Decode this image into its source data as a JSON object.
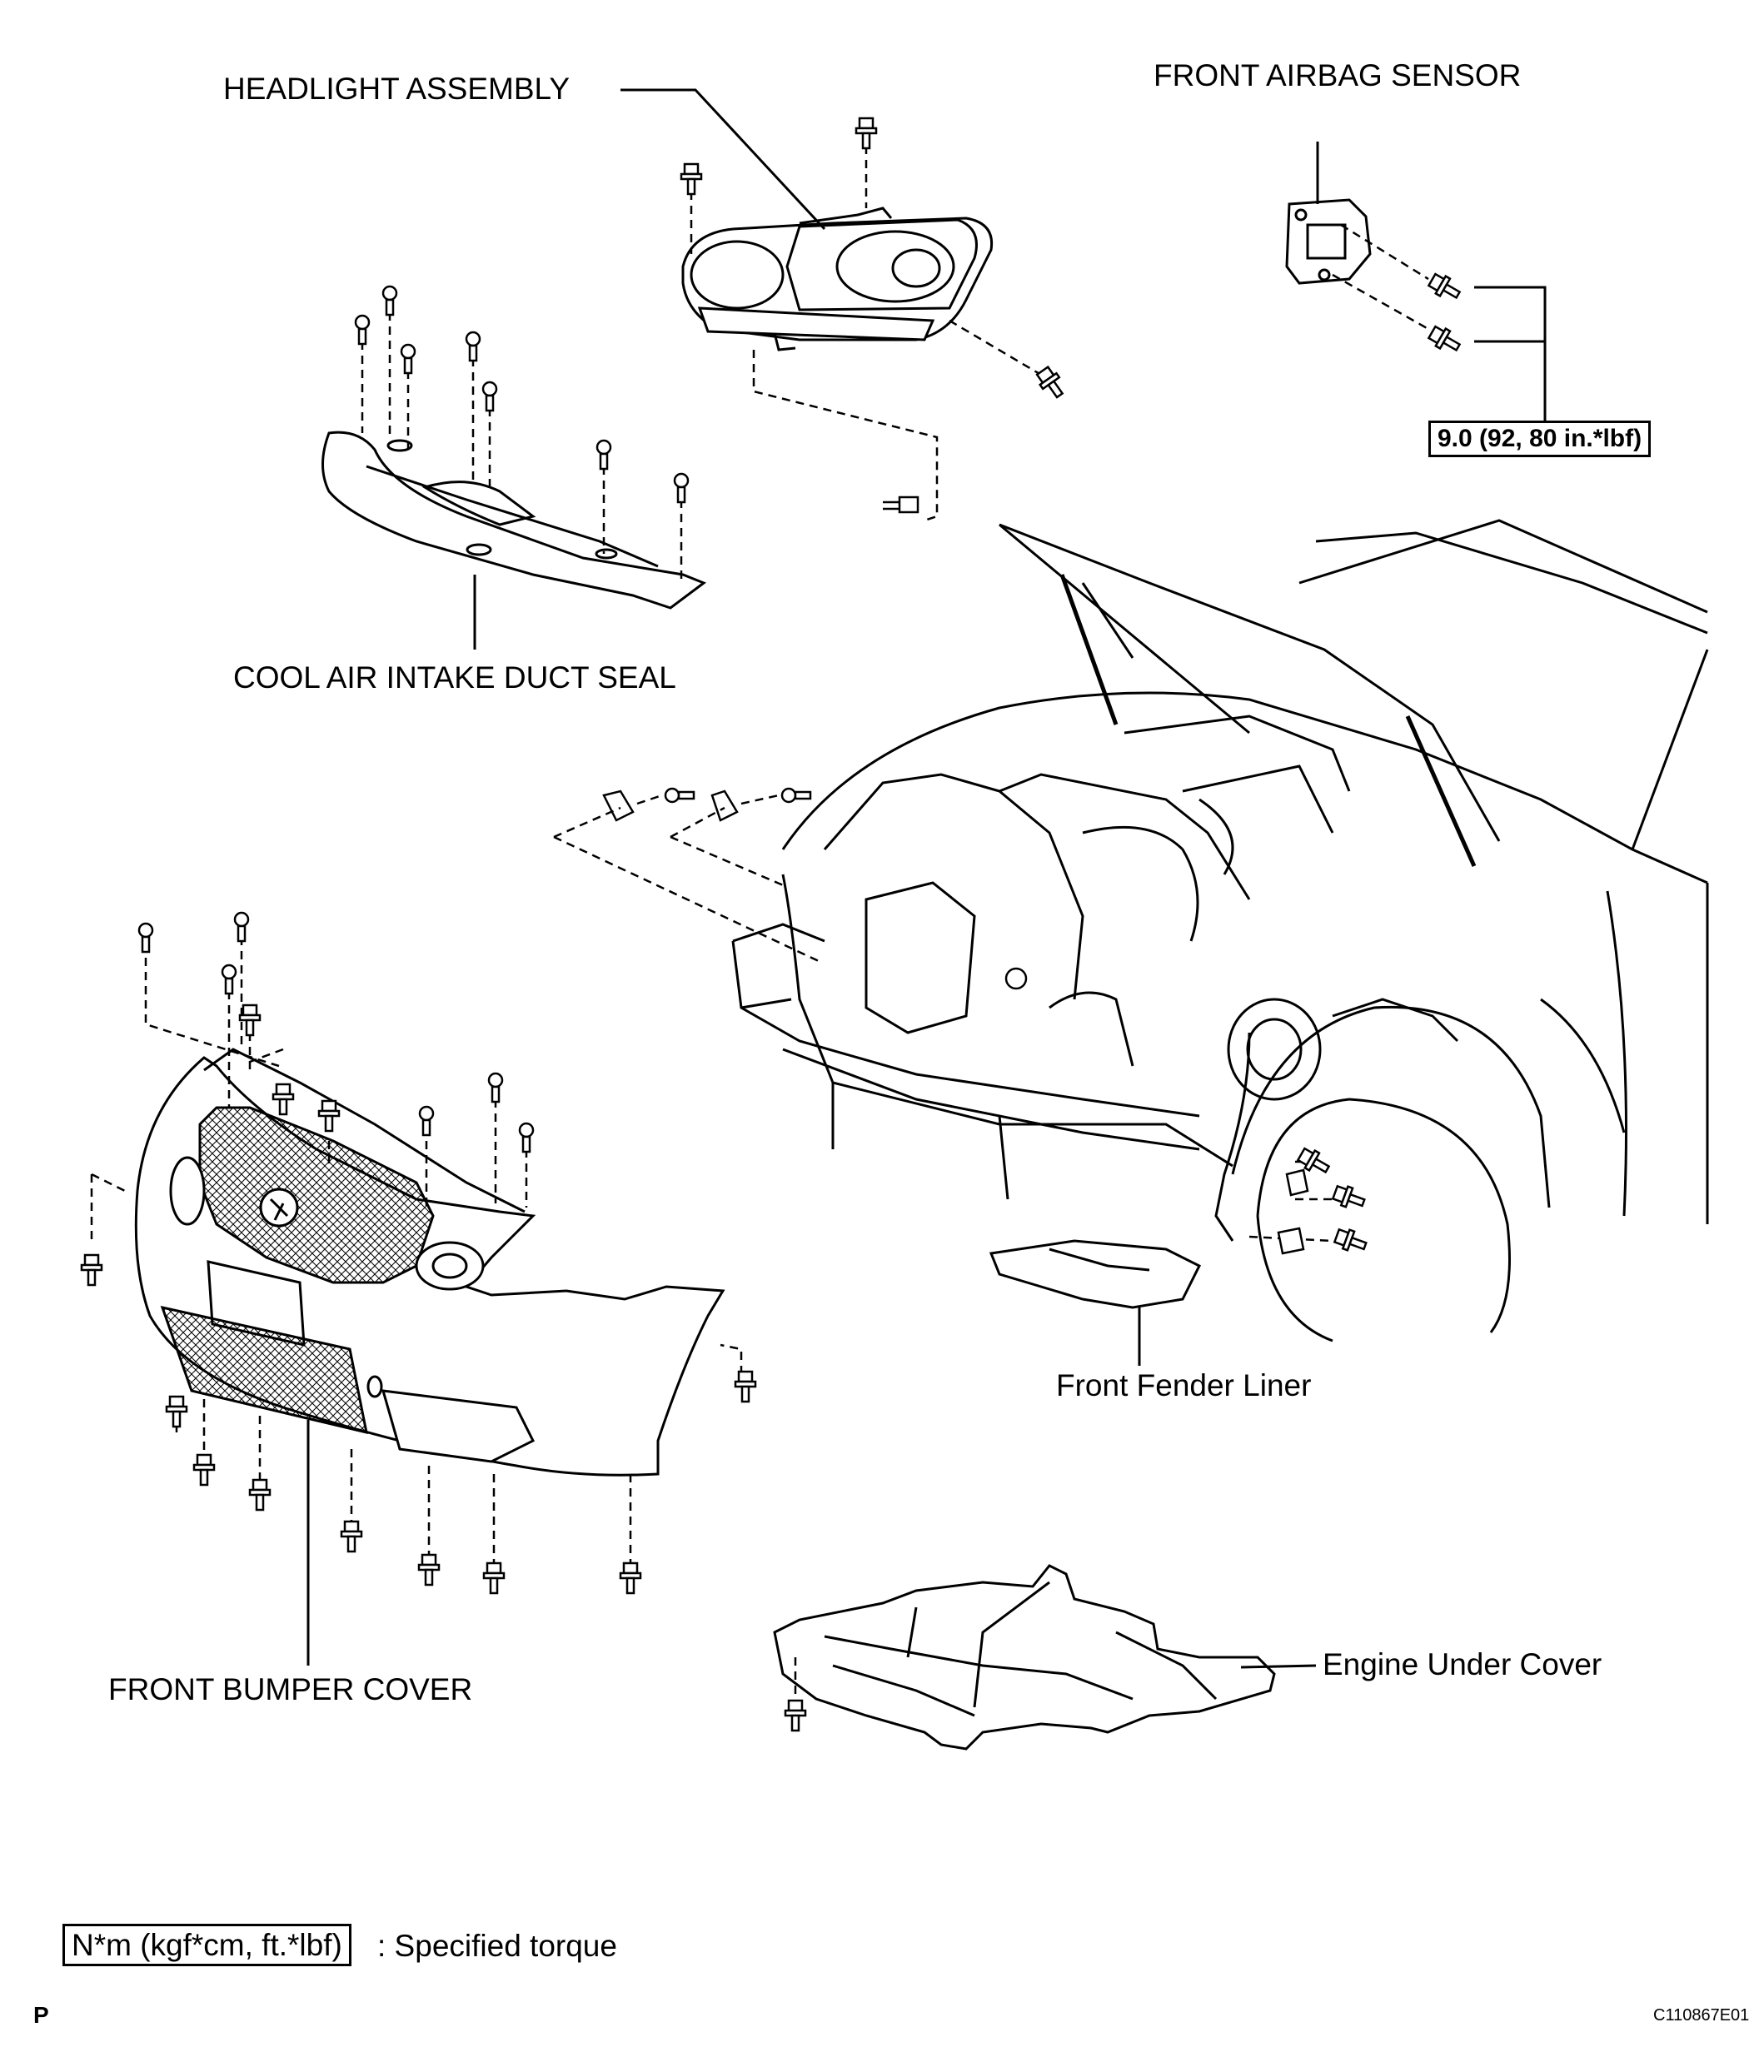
{
  "labels": {
    "headlight": "HEADLIGHT ASSEMBLY",
    "airbag_sensor": "FRONT AIRBAG SENSOR",
    "duct_seal": "COOL AIR INTAKE DUCT SEAL",
    "fender_liner": "Front Fender Liner",
    "bumper_cover": "FRONT BUMPER COVER",
    "under_cover": "Engine Under Cover"
  },
  "torque": {
    "airbag_sensor_bolts": "9.0 (92, 80 in.*lbf)"
  },
  "legend": {
    "box_text": "N*m (kgf*cm, ft.*lbf)",
    "description": ": Specified torque"
  },
  "footer": {
    "left_mark": "P",
    "figure_code": "C110867E01"
  }
}
